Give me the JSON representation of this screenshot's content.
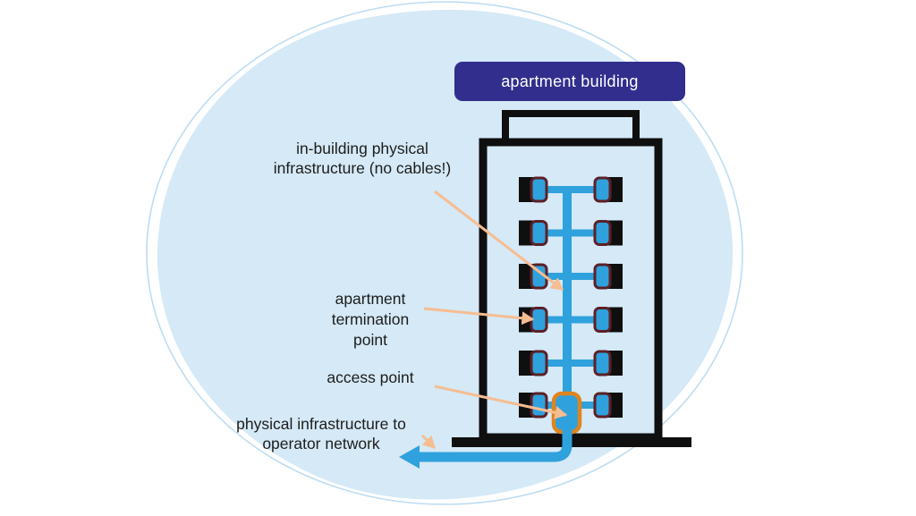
{
  "badge": {
    "label": "apartment building"
  },
  "building": {
    "floors": 6,
    "termination_points_per_floor": 2,
    "access_points": 1
  },
  "labels": {
    "in_building": {
      "line1": "in-building physical",
      "line2": "infrastructure (no cables!)"
    },
    "termination": {
      "line1": "apartment",
      "line2": "termination",
      "line3": "point"
    },
    "access": {
      "label": "access point"
    },
    "operator": {
      "line1": "physical infrastructure to",
      "line2": "operator network"
    }
  },
  "colors": {
    "page_bg": "#ffffff",
    "blob_fill": "#d5e9f7",
    "blob_outline": "#bddcf2",
    "badge_bg": "#312e8d",
    "badge_text": "#ffffff",
    "building_outline": "#0f0f0f",
    "cable_blue": "#2fa1dc",
    "termination_border": "#5c2026",
    "access_point_border": "#e0841f",
    "annotation_arrow": "#f6bd92",
    "label_text": "#1d1d1b"
  }
}
